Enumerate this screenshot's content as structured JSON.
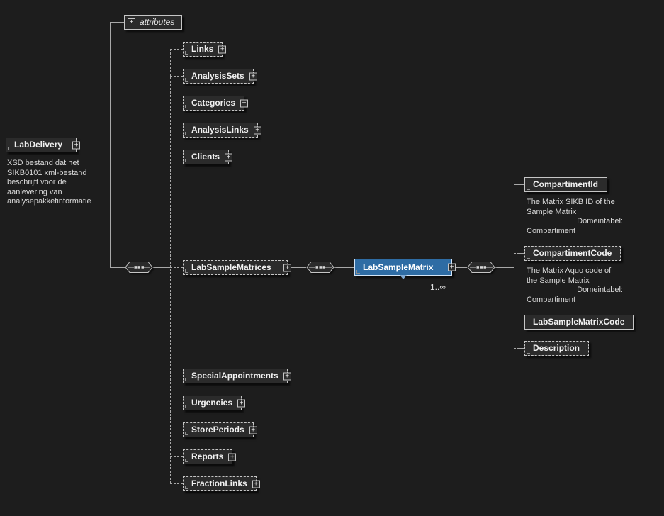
{
  "glyphs": {
    "plus": "+"
  },
  "attributes": {
    "label": "attributes"
  },
  "root": {
    "name": "LabDelivery",
    "annotation": "XSD bestand dat het\nSIKB0101 xml-bestand\nbeschrijft voor de\naanlevering van\nanalysepakketinformatie"
  },
  "level1": [
    {
      "name": "Links"
    },
    {
      "name": "AnalysisSets"
    },
    {
      "name": "Categories"
    },
    {
      "name": "AnalysisLinks"
    },
    {
      "name": "Clients"
    },
    {
      "name": "LabSampleMatrices"
    },
    {
      "name": "SpecialAppointments"
    },
    {
      "name": "Urgencies"
    },
    {
      "name": "StorePeriods"
    },
    {
      "name": "Reports"
    },
    {
      "name": "FractionLinks"
    }
  ],
  "labSampleMatrix": {
    "name": "LabSampleMatrix",
    "occurrence": "1..∞"
  },
  "level3": [
    {
      "name": "CompartimentId",
      "annotation": "The Matrix SIKB ID of the\nSample Matrix",
      "domain_label": "Domeintabel:",
      "domain_value": "Compartiment"
    },
    {
      "name": "CompartimentCode",
      "annotation": "The Matrix Aquo code of\nthe Sample Matrix",
      "domain_label": "Domeintabel:",
      "domain_value": "Compartiment"
    },
    {
      "name": "LabSampleMatrixCode"
    },
    {
      "name": "Description"
    }
  ],
  "colors": {
    "background": "#1d1d1d",
    "box_fill": "#2b2b2b",
    "box_border": "#c6c6c6",
    "selected_fill": "#2e6ca4",
    "selected_border": "#d2e4f6",
    "line": "#a8a8a8",
    "annotation_text": "#d8d8d8"
  }
}
